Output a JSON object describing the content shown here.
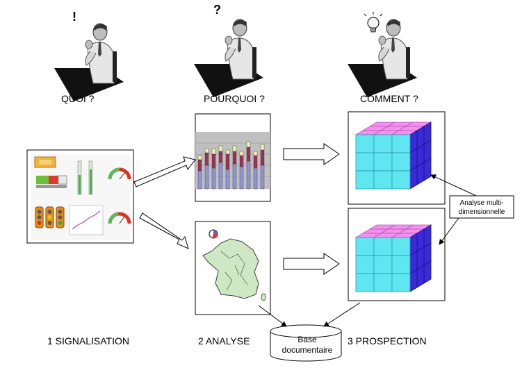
{
  "stages": [
    {
      "question": "QUOI ?",
      "label": "1 SIGNALISATION",
      "thought": "!"
    },
    {
      "question": "POURQUOI ?",
      "label": "2 ANALYSE",
      "thought": "?"
    },
    {
      "question": "COMMENT ?",
      "label": "3 PROSPECTION",
      "thought": "lightbulb"
    }
  ],
  "callout": {
    "line1": "Analyse multi-",
    "line2": "dimensionnelle"
  },
  "database": {
    "line1": "Base",
    "line2": "documentaire"
  },
  "colors": {
    "bar_blue": "#8f95d8",
    "bar_red": "#993355",
    "bar_yellow": "#f2f2b0",
    "chart_bg": "#c0c0c0",
    "cube_front": "#5fe6f0",
    "cube_top": "#f58ff0",
    "cube_side": "#3a2bd8",
    "map_green": "#cfe8c4"
  }
}
